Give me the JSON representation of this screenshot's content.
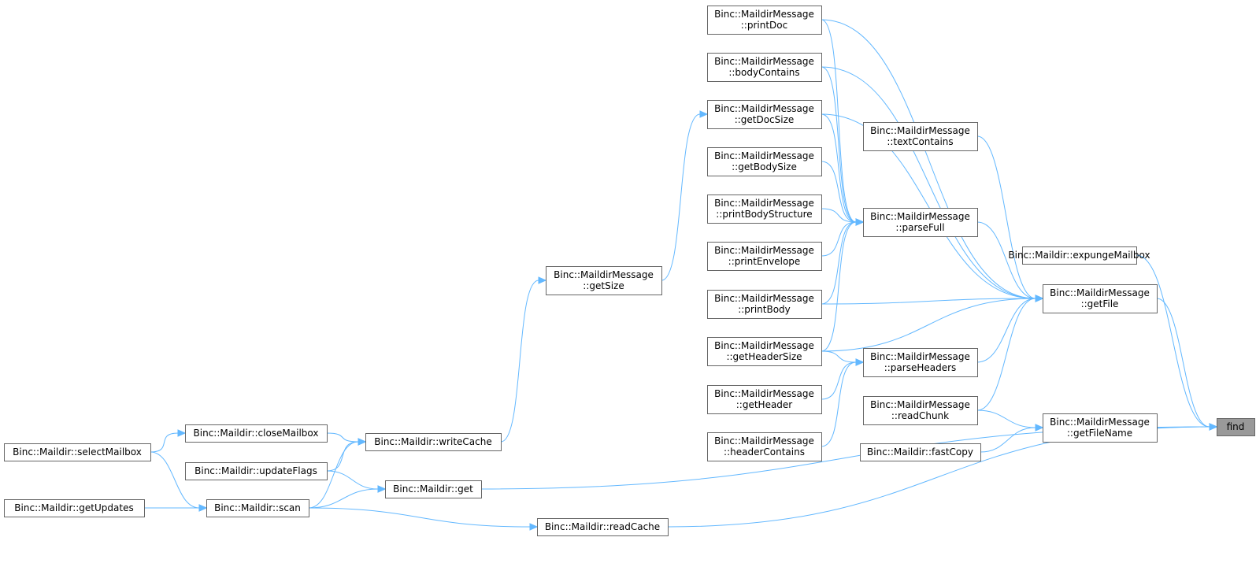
{
  "graph": {
    "title": "",
    "colors": {
      "edge": "#63b8ff",
      "node_border": "#666666",
      "root_fill": "#999999",
      "node_fill": "#ffffff"
    },
    "nodes": [
      {
        "id": "find",
        "lines": [
          "find"
        ],
        "root": true
      },
      {
        "id": "expunge",
        "lines": [
          "Binc::Maildir::expungeMailbox"
        ]
      },
      {
        "id": "getFile",
        "lines": [
          "Binc::MaildirMessage",
          "::getFile"
        ]
      },
      {
        "id": "getFileName",
        "lines": [
          "Binc::MaildirMessage",
          "::getFileName"
        ]
      },
      {
        "id": "printDoc",
        "lines": [
          "Binc::MaildirMessage",
          "::printDoc"
        ]
      },
      {
        "id": "bodyContains",
        "lines": [
          "Binc::MaildirMessage",
          "::bodyContains"
        ]
      },
      {
        "id": "getDocSize",
        "lines": [
          "Binc::MaildirMessage",
          "::getDocSize"
        ]
      },
      {
        "id": "getBodySize",
        "lines": [
          "Binc::MaildirMessage",
          "::getBodySize"
        ]
      },
      {
        "id": "printBodyStructure",
        "lines": [
          "Binc::MaildirMessage",
          "::printBodyStructure"
        ]
      },
      {
        "id": "printEnvelope",
        "lines": [
          "Binc::MaildirMessage",
          "::printEnvelope"
        ]
      },
      {
        "id": "printBody",
        "lines": [
          "Binc::MaildirMessage",
          "::printBody"
        ]
      },
      {
        "id": "getHeaderSize",
        "lines": [
          "Binc::MaildirMessage",
          "::getHeaderSize"
        ]
      },
      {
        "id": "getHeader",
        "lines": [
          "Binc::MaildirMessage",
          "::getHeader"
        ]
      },
      {
        "id": "headerContains",
        "lines": [
          "Binc::MaildirMessage",
          "::headerContains"
        ]
      },
      {
        "id": "textContains",
        "lines": [
          "Binc::MaildirMessage",
          "::textContains"
        ]
      },
      {
        "id": "parseFull",
        "lines": [
          "Binc::MaildirMessage",
          "::parseFull"
        ]
      },
      {
        "id": "parseHeaders",
        "lines": [
          "Binc::MaildirMessage",
          "::parseHeaders"
        ]
      },
      {
        "id": "readChunk",
        "lines": [
          "Binc::MaildirMessage",
          "::readChunk"
        ]
      },
      {
        "id": "fastCopy",
        "lines": [
          "Binc::Maildir::fastCopy"
        ]
      },
      {
        "id": "getSize",
        "lines": [
          "Binc::MaildirMessage",
          "::getSize"
        ]
      },
      {
        "id": "writeCache",
        "lines": [
          "Binc::Maildir::writeCache"
        ]
      },
      {
        "id": "closeMailbox",
        "lines": [
          "Binc::Maildir::closeMailbox"
        ]
      },
      {
        "id": "updateFlags",
        "lines": [
          "Binc::Maildir::updateFlags"
        ]
      },
      {
        "id": "get",
        "lines": [
          "Binc::Maildir::get"
        ]
      },
      {
        "id": "scan",
        "lines": [
          "Binc::Maildir::scan"
        ]
      },
      {
        "id": "readCache",
        "lines": [
          "Binc::Maildir::readCache"
        ]
      },
      {
        "id": "selectMailbox",
        "lines": [
          "Binc::Maildir::selectMailbox"
        ]
      },
      {
        "id": "getUpdates",
        "lines": [
          "Binc::Maildir::getUpdates"
        ]
      }
    ],
    "edges": [
      [
        "expunge",
        "find"
      ],
      [
        "getFile",
        "find"
      ],
      [
        "getFileName",
        "find"
      ],
      [
        "get",
        "find"
      ],
      [
        "readCache",
        "find"
      ],
      [
        "printDoc",
        "getFile"
      ],
      [
        "bodyContains",
        "getFile"
      ],
      [
        "getDocSize",
        "getFile"
      ],
      [
        "textContains",
        "getFile"
      ],
      [
        "parseFull",
        "getFile"
      ],
      [
        "printBody",
        "getFile"
      ],
      [
        "getHeaderSize",
        "getFile"
      ],
      [
        "parseHeaders",
        "getFile"
      ],
      [
        "readChunk",
        "getFile"
      ],
      [
        "readChunk",
        "getFileName"
      ],
      [
        "fastCopy",
        "getFileName"
      ],
      [
        "printDoc",
        "parseFull"
      ],
      [
        "bodyContains",
        "parseFull"
      ],
      [
        "getDocSize",
        "parseFull"
      ],
      [
        "getBodySize",
        "parseFull"
      ],
      [
        "printBodyStructure",
        "parseFull"
      ],
      [
        "printEnvelope",
        "parseFull"
      ],
      [
        "printBody",
        "parseFull"
      ],
      [
        "getHeaderSize",
        "parseFull"
      ],
      [
        "getHeaderSize",
        "parseHeaders"
      ],
      [
        "getHeader",
        "parseHeaders"
      ],
      [
        "headerContains",
        "parseHeaders"
      ],
      [
        "getSize",
        "getDocSize"
      ],
      [
        "writeCache",
        "getSize"
      ],
      [
        "closeMailbox",
        "writeCache"
      ],
      [
        "updateFlags",
        "writeCache"
      ],
      [
        "scan",
        "writeCache"
      ],
      [
        "updateFlags",
        "get"
      ],
      [
        "scan",
        "get"
      ],
      [
        "scan",
        "readCache"
      ],
      [
        "selectMailbox",
        "closeMailbox"
      ],
      [
        "selectMailbox",
        "scan"
      ],
      [
        "getUpdates",
        "scan"
      ]
    ]
  }
}
